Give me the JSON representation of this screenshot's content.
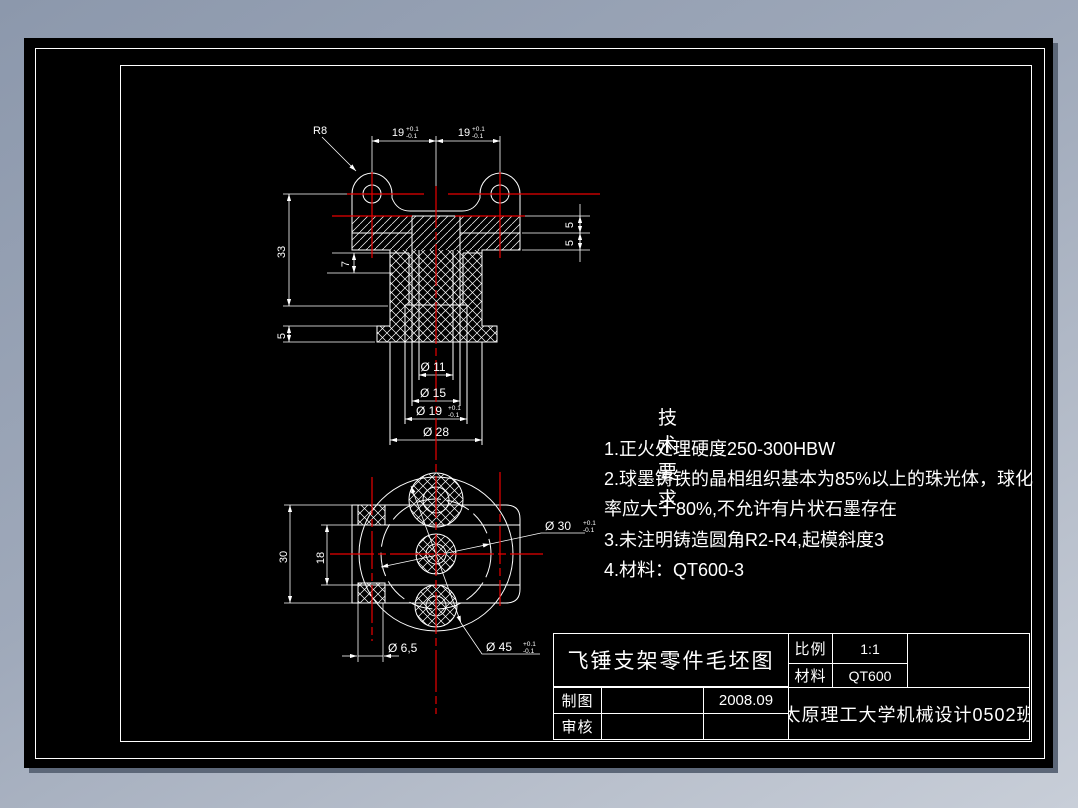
{
  "colors": {
    "paper": "#9aa6b8",
    "canvas_bg": "#000000",
    "line": "#ffffff",
    "centerline": "#e80000"
  },
  "tech_requirements": {
    "heading": "技术要求",
    "lines": [
      "1.正火处理硬度250-300HBW",
      "2.球墨铸铁的晶相组织基本为85%以上的珠光体，球化",
      "率应大于80%,不允许有片状石墨存在",
      "3.未注明铸造圆角R2-R4,起模斜度3",
      "4.材料：QT600-3"
    ]
  },
  "title_block": {
    "drawing_title": "飞锤支架零件毛坯图",
    "scale_label": "比例",
    "scale_value": "1:1",
    "material_label": "材料",
    "material_value": "QT600",
    "drawn_label": "制图",
    "checked_label": "审核",
    "date": "2008.09",
    "organization": "太原理工大学机械设计0502班"
  },
  "front_view_dims": {
    "r8": "R8",
    "d19l": "19",
    "d19l_up": "+0.1",
    "d19l_dn": "-0.1",
    "d19r": "19",
    "d19r_up": "+0.1",
    "d19r_dn": "-0.1",
    "h33": "33",
    "h5": "5",
    "h7": "7",
    "s5a": "5",
    "s5b": "5",
    "d11": "Ø 11",
    "d15": "Ø 15",
    "d19": "Ø 19",
    "d19_up": "+0.1",
    "d19_dn": "-0.1",
    "d28": "Ø 28"
  },
  "top_view_dims": {
    "w30": "30",
    "w18": "18",
    "d65": "Ø 6,5",
    "d30": "Ø 30",
    "d30_up": "+0.1",
    "d30_dn": "-0.1",
    "d45": "Ø 45",
    "d45_up": "+0.1",
    "d45_dn": "-0.1"
  }
}
